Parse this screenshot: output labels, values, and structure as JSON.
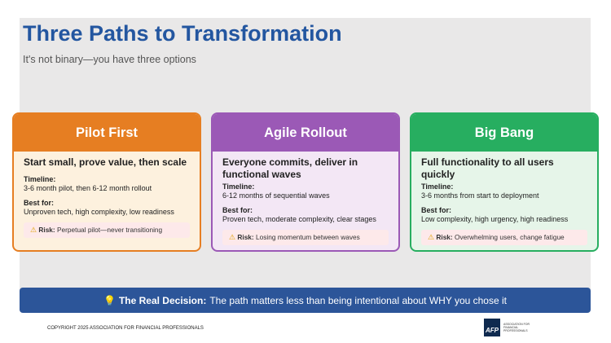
{
  "header": {
    "title": "Three Paths to Transformation",
    "subtitle": "It's not binary—you have three options"
  },
  "cards": [
    {
      "name": "Pilot First",
      "tagline": "Start small, prove value, then scale",
      "timeline_label": "Timeline:",
      "timeline": "3-6 month pilot, then 6-12 month rollout",
      "best_label": "Best for:",
      "best": "Unproven tech, high complexity, low readiness",
      "risk_label": "Risk:",
      "risk": "Perpetual pilot—never transitioning",
      "color": "#e67e22",
      "bg": "#fdf1de"
    },
    {
      "name": "Agile Rollout",
      "tagline": "Everyone commits, deliver in functional waves",
      "timeline_label": "Timeline:",
      "timeline": "6-12 months of sequential waves",
      "best_label": "Best for:",
      "best": "Proven tech, moderate complexity, clear stages",
      "risk_label": "Risk:",
      "risk": "Losing momentum between waves",
      "color": "#9b59b6",
      "bg": "#f3e7f5"
    },
    {
      "name": "Big Bang",
      "tagline": "Full functionality to all users quickly",
      "timeline_label": "Timeline:",
      "timeline": "3-6 months from start to deployment",
      "best_label": "Best for:",
      "best": "Low complexity, high urgency, high readiness",
      "risk_label": "Risk:",
      "risk": "Overwhelming users, change fatigue",
      "color": "#27ae60",
      "bg": "#e6f5e9"
    }
  ],
  "banner": {
    "icon": "lightbulb-icon",
    "label": "The Real Decision:",
    "text": "The path matters less than being intentional about WHY you chose it"
  },
  "footer": {
    "copyright": "COPYRIGHT 2025 ASSOCIATION FOR FINANCIAL PROFESSIONALS",
    "logo_mark": "AFP",
    "logo_text": "ASSOCIATION FOR FINANCIAL PROFESSIONALS"
  }
}
